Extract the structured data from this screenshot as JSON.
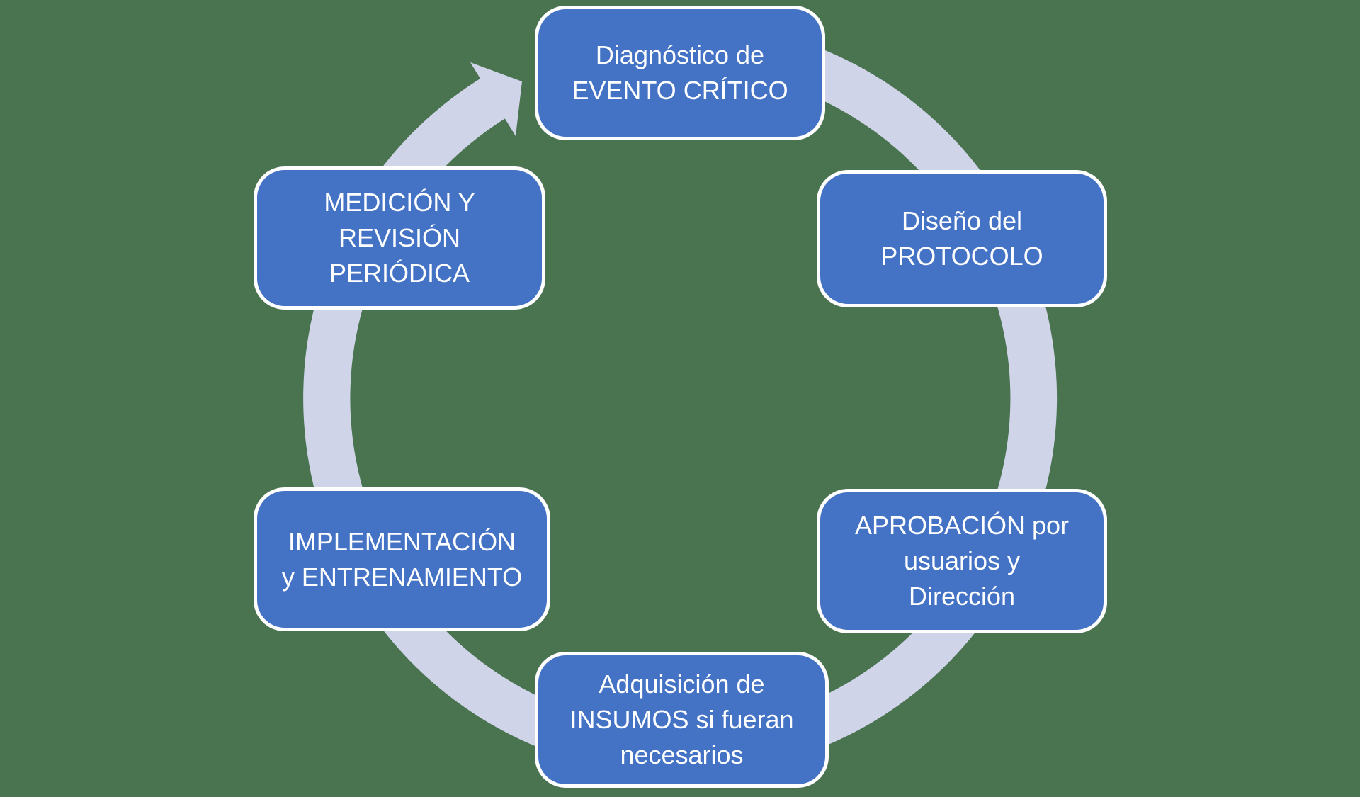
{
  "colors": {
    "bg_color": "#4A7350",
    "box_fill": "#4473C5",
    "box_border": "#FFFFFF",
    "ring_color": "#CFD4E9",
    "text_color": "#FFFFFF"
  },
  "diagram": {
    "type": "cycle",
    "direction": "clockwise",
    "steps": [
      {
        "id": "diagnostico",
        "position": "top",
        "lines": [
          "Diagnóstico de",
          "EVENTO CRÍTICO"
        ]
      },
      {
        "id": "diseno",
        "position": "top-right",
        "lines": [
          "Diseño del",
          "PROTOCOLO"
        ]
      },
      {
        "id": "aprobacion",
        "position": "bottom-right",
        "lines": [
          "APROBACIÓN por",
          "usuarios y",
          "Dirección"
        ]
      },
      {
        "id": "adquisicion",
        "position": "bottom",
        "lines": [
          "Adquisición de",
          "INSUMOS si fueran",
          "necesarios"
        ]
      },
      {
        "id": "implementacion",
        "position": "bottom-left",
        "lines": [
          "IMPLEMENTACIÓN",
          "y ENTRENAMIENTO"
        ]
      },
      {
        "id": "medicion",
        "position": "top-left",
        "lines": [
          "MEDICIÓN Y",
          "REVISIÓN",
          "PERIÓDICA"
        ]
      }
    ]
  }
}
